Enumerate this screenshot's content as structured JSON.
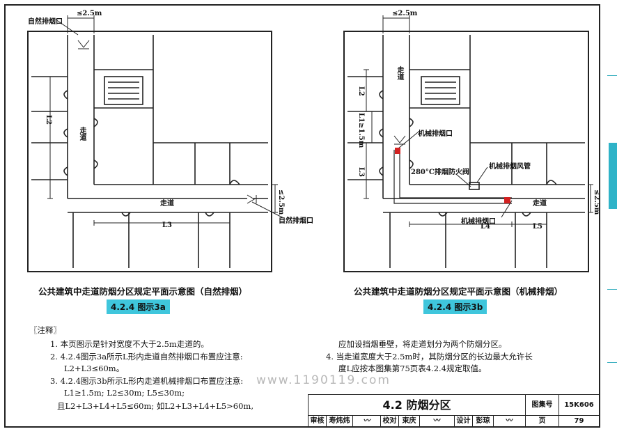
{
  "left_plan": {
    "labels": {
      "top_width": "≤2.5m",
      "top_vent": "自然排烟口",
      "corridor_v": "走道",
      "corridor_h": "走道",
      "l2": "L2",
      "l3": "L3",
      "right_width": "≤2.5m",
      "right_vent": "自然排烟口"
    },
    "caption": "公共建筑中走道防烟分区规定平面示意图（自然排烟）",
    "tag": "4.2.4 图示3a"
  },
  "right_plan": {
    "labels": {
      "top_width": "≤2.5m",
      "corridor_v": "走道",
      "corridor_h": "走道",
      "l1": "L1≥1.5m",
      "l2": "L2",
      "l3": "L3",
      "l4": "L4",
      "l5": "L5",
      "mech_vent_top": "机械排烟口",
      "damper": "280°C排烟防火阀",
      "duct": "机械排烟风管",
      "mech_vent_bottom": "机械排烟口",
      "right_width": "≤2.5m"
    },
    "caption": "公共建筑中走道防烟分区规定平面示意图（机械排烟）",
    "tag": "4.2.4 图示3b"
  },
  "notes": {
    "heading": "〖注释〗",
    "items": [
      "1. 本页图示是针对宽度不大于2.5m走道的。",
      "2. 4.2.4图示3a所示L形内走道自然排烟口布置应注意:",
      "L2+L3≤60m。",
      "3. 4.2.4图示3b所示L形内走道机械排烟口布置应注意:",
      "L1≥1.5m;      L2≤30m;      L5≤30m;",
      "且L2+L3+L4+L5≤60m;  如L2+L3+L4+L5>60m,",
      "应加设挡烟垂壁，将走道划分为两个防烟分区。",
      "4. 当走道宽度大于2.5m时，其防烟分区的长边最大允许长",
      "度L应按本图集第75页表4.2.4规定取值。"
    ]
  },
  "watermark": "www.1190119.com",
  "title_block": {
    "title": "4.2 防烟分区",
    "atlas_label": "图集号",
    "atlas_no": "15K606",
    "review_label": "审核",
    "reviewer": "寿炜炜",
    "check_label": "校对",
    "checker": "束庆",
    "design_label": "设计",
    "designer": "彭琼",
    "page_label": "页",
    "page_no": "79"
  },
  "colors": {
    "tag_bg": "#3fc6dc",
    "accent_tab": "#2fb3c8",
    "vent_red": "#d22222"
  }
}
